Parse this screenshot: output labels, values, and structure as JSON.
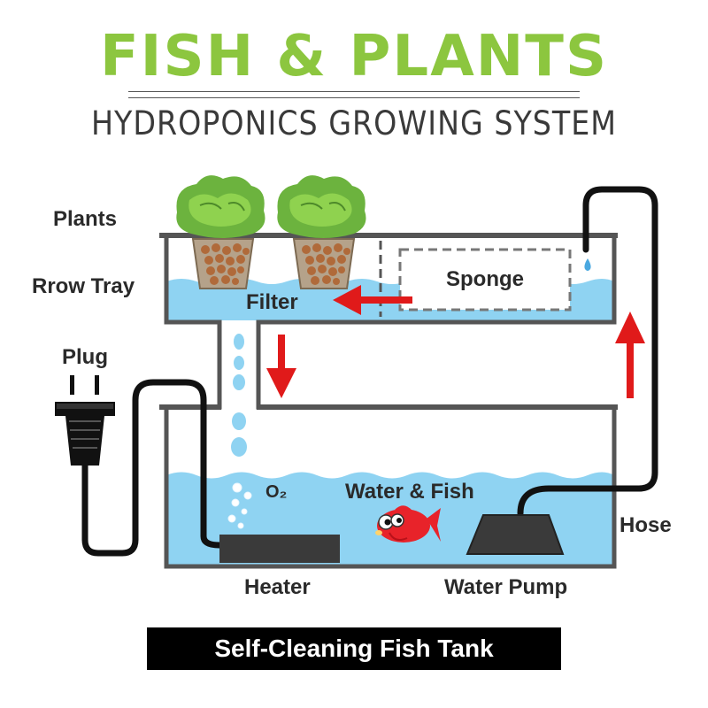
{
  "header": {
    "title": "FISH & PLANTS",
    "subtitle": "HYDROPONICS GROWING SYSTEM"
  },
  "labels": {
    "plants": "Plants",
    "grow_tray": "Rrow Tray",
    "plug": "Plug",
    "filter": "Filter",
    "sponge": "Sponge",
    "o2": "O₂",
    "water_fish": "Water & Fish",
    "hose": "Hose",
    "heater": "Heater",
    "water_pump": "Water Pump"
  },
  "banner": "Self-Cleaning Fish Tank",
  "colors": {
    "title_green": "#8cc63f",
    "water_blue": "#8fd3f2",
    "tank_stroke": "#555555",
    "arrow_red": "#e01a1a",
    "fish_red": "#e8232a",
    "plant_green": "#6cb33e"
  },
  "icons": [
    "plant-icon",
    "plug-icon",
    "fish-icon",
    "heater-icon",
    "water-pump-icon",
    "flow-arrow-icon",
    "bubble-icon"
  ]
}
